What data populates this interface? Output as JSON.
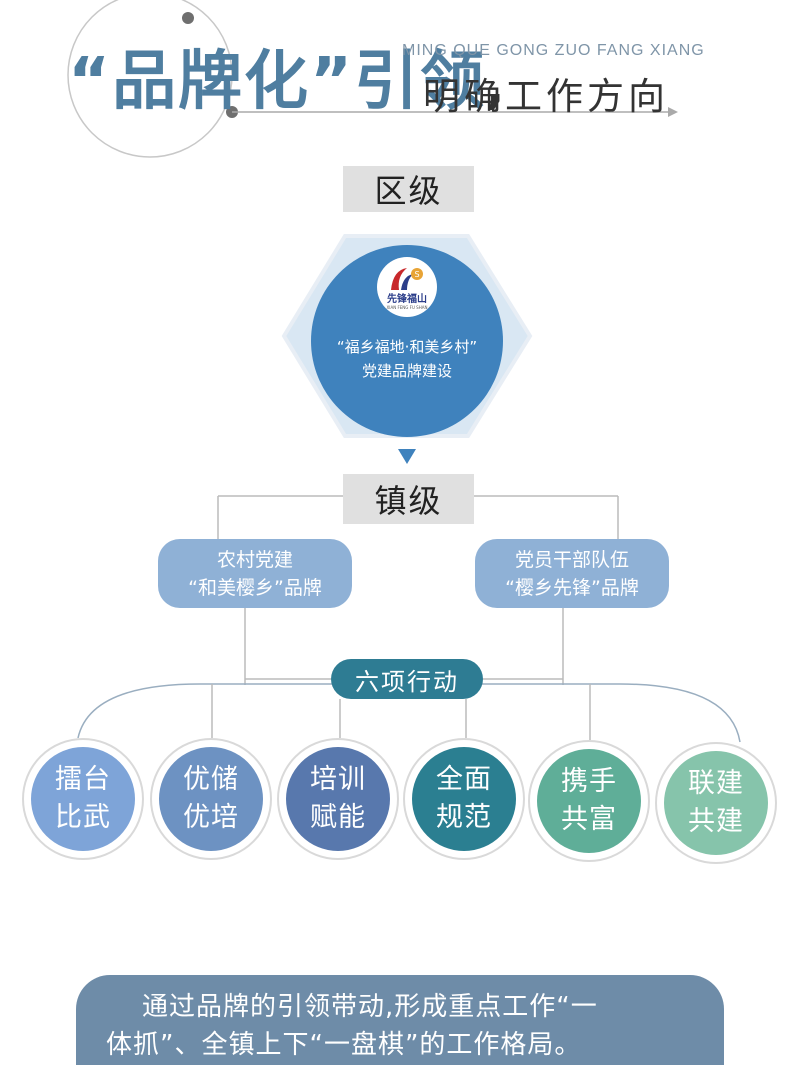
{
  "header": {
    "title": "“品牌化”引领",
    "comma": ",",
    "pinyin": "MING QUE GONG ZUO FANG XIANG",
    "subtitle": "明确工作方向"
  },
  "levels": {
    "district": "区级",
    "town": "镇级"
  },
  "district_node": {
    "logo_text": "先锋福山",
    "logo_pinyin": "XIAN FENG FU SHAN",
    "line1": "“福乡福地·和美乡村”",
    "line2": "党建品牌建设"
  },
  "town_nodes": [
    {
      "line1": "农村党建",
      "line2": "“和美樱乡”品牌"
    },
    {
      "line1": "党员干部队伍",
      "line2": "“樱乡先锋”品牌"
    }
  ],
  "actions_label": "六项行动",
  "actions": [
    {
      "line1": "擂台",
      "line2": "比武",
      "color": "#7ea4d8"
    },
    {
      "line1": "优储",
      "line2": "优培",
      "color": "#6d92c2"
    },
    {
      "line1": "培训",
      "line2": "赋能",
      "color": "#5878ad"
    },
    {
      "line1": "全面",
      "line2": "规范",
      "color": "#2b7f91"
    },
    {
      "line1": "携手",
      "line2": "共富",
      "color": "#5fae98"
    },
    {
      "line1": "联建",
      "line2": "共建",
      "color": "#86c4ab"
    }
  ],
  "summary": {
    "line1": "通过品牌的引领带动,形成重点工作“一",
    "line2": "体抓”、全镇上下“一盘棋”的工作格局。"
  }
}
